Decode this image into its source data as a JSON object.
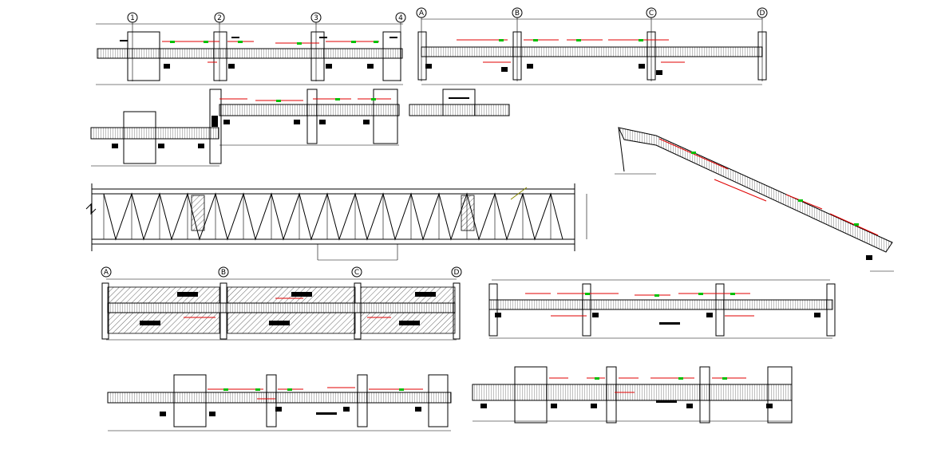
{
  "grid_bubbles": {
    "top_left": [
      "1",
      "2",
      "3",
      "4"
    ],
    "top_right": [
      "A",
      "B",
      "C",
      "D"
    ],
    "mid_left": [
      "A",
      "B",
      "C",
      "D"
    ]
  },
  "colors": {
    "linework": "#000000",
    "rebar": "#e00000",
    "rebar_tag": "#00c000",
    "callout": "#8a8a00"
  }
}
